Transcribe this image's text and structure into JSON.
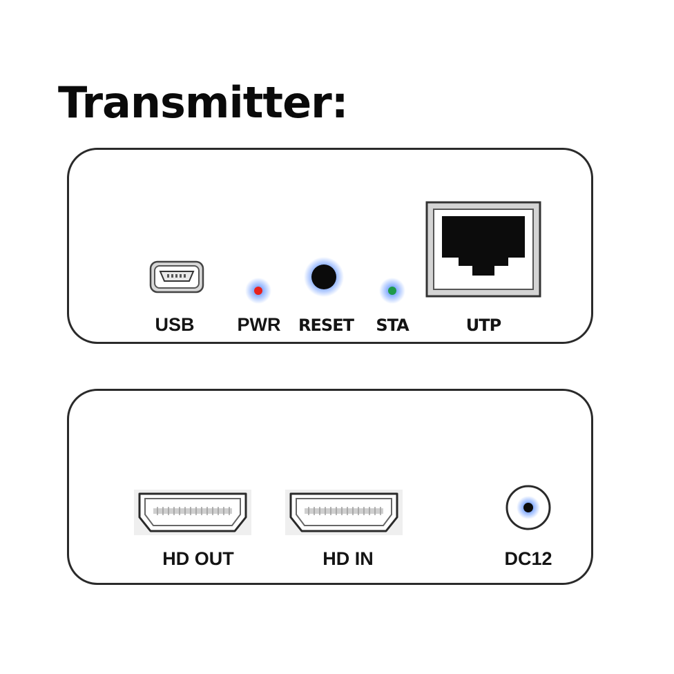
{
  "title": "Transmitter:",
  "top_panel": {
    "labels": {
      "usb": "USB",
      "pwr": "PWR",
      "reset": "RESET",
      "sta": "STA",
      "utp": "UTP"
    },
    "led_colors": {
      "pwr": "#e8221e",
      "sta": "#1f9a4a",
      "glow": "#8fb4ff"
    }
  },
  "bottom_panel": {
    "labels": {
      "hd_out": "HD OUT",
      "hd_in": "HD IN",
      "dc12": "DC12"
    }
  },
  "icons": [
    "mini-usb-port-icon",
    "red-led-icon",
    "reset-button-icon",
    "green-led-icon",
    "rj45-port-icon",
    "hdmi-port-icon",
    "dc-jack-icon"
  ]
}
